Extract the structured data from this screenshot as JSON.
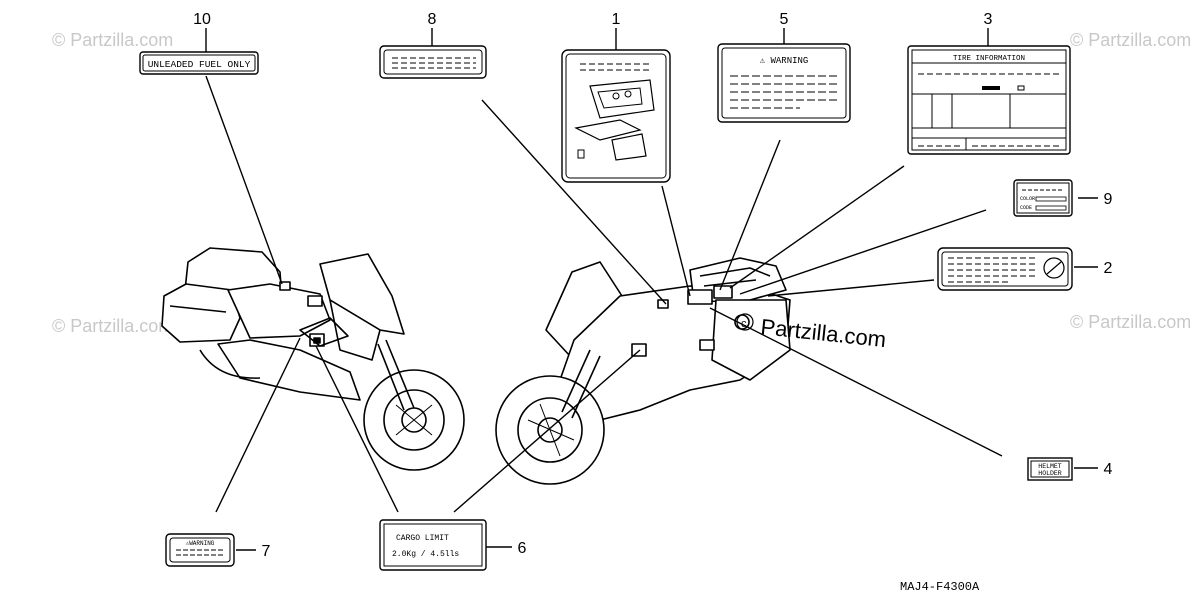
{
  "watermark": {
    "text": "© Partzilla.com",
    "center_text": "Partzilla.com",
    "color": "#c8c8c8"
  },
  "diagram_code": "MAJ4-F4300A",
  "callouts": {
    "c1": "1",
    "c2": "2",
    "c3": "3",
    "c4": "4",
    "c5": "5",
    "c6": "6",
    "c7": "7",
    "c8": "8",
    "c9": "9",
    "c10": "10"
  },
  "labels": {
    "fuel_label": "UNLEADED FUEL ONLY",
    "warning_label_5": "⚠ WARNING",
    "tire_info_title": "TIRE INFORMATION",
    "color_label_color": "COLOR",
    "color_label_code": "CODE",
    "helmet_line1": "HELMET",
    "helmet_line2": "HOLDER",
    "cargo_title": "CARGO LIMIT",
    "cargo_values": "2.0Kg / 4.5lls",
    "warning_label_7": "⚠WARNING"
  }
}
